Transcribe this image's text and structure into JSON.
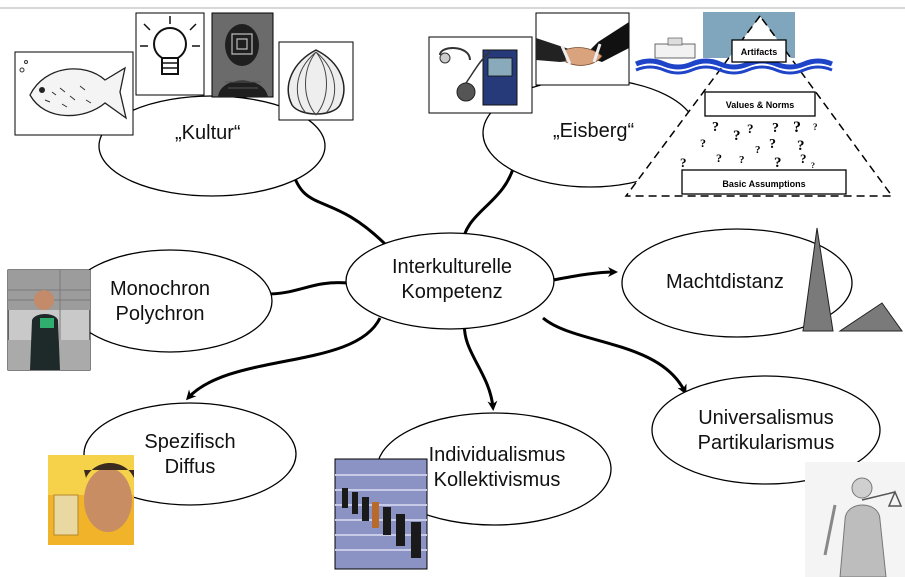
{
  "center": {
    "line1": "Interkulturelle",
    "line2": "Kompetenz"
  },
  "nodes": {
    "kultur": {
      "label": "„Kultur“"
    },
    "eisberg": {
      "label": "„Eisberg“"
    },
    "machtdistanz": {
      "label": "Machtdistanz"
    },
    "mono": {
      "line1": "Monochron",
      "line2": "Polychron"
    },
    "spezifisch": {
      "line1": "Spezifisch",
      "line2": "Diffus"
    },
    "individualismus": {
      "line1": "Individualismus",
      "line2": "Kollektivismus"
    },
    "universalismus": {
      "line1": "Universalismus",
      "line2": "Partikularismus"
    }
  },
  "iceberg": {
    "artifacts": "Artifacts",
    "values_norms": "Values & Norms",
    "basic_assumptions": "Basic Assumptions"
  },
  "colors": {
    "line": "#000000",
    "arrow": "#000000",
    "ellipse_fill": "#ffffff",
    "triangle_fill": "#7a7a7a",
    "water": "#1e44c8"
  },
  "icons": [
    "fish-icon",
    "lightbulb-icon",
    "head-silhouette-icon",
    "onion-icon",
    "walkman-icon",
    "handshake-icon",
    "iceberg-icon",
    "businessman-icon",
    "woman-face-icon",
    "people-row-icon",
    "justitia-statue-icon",
    "triangles-icon"
  ]
}
